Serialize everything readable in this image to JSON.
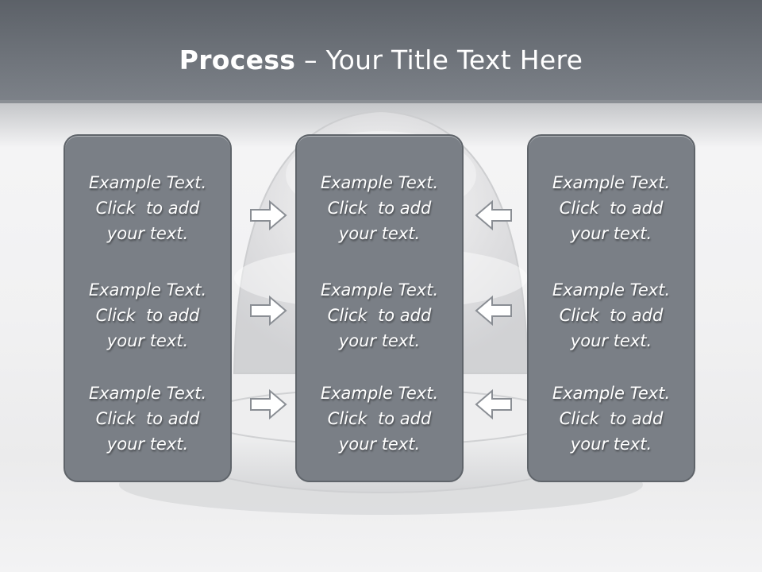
{
  "title": {
    "bold": "Process",
    "rest": " – Your Title Text Here"
  },
  "columns": [
    {
      "items": [
        {
          "line1": "Example Text.",
          "line2": "Click  to add",
          "line3": "your text."
        },
        {
          "line1": "Example Text.",
          "line2": "Click  to add",
          "line3": "your text."
        },
        {
          "line1": "Example Text.",
          "line2": "Click  to add",
          "line3": "your text."
        }
      ]
    },
    {
      "items": [
        {
          "line1": "Example Text.",
          "line2": "Click  to add",
          "line3": "your text."
        },
        {
          "line1": "Example Text.",
          "line2": "Click  to add",
          "line3": "your text."
        },
        {
          "line1": "Example Text.",
          "line2": "Click  to add",
          "line3": "your text."
        }
      ]
    },
    {
      "items": [
        {
          "line1": "Example Text.",
          "line2": "Click  to add",
          "line3": "your text."
        },
        {
          "line1": "Example Text.",
          "line2": "Click  to add",
          "line3": "your text."
        },
        {
          "line1": "Example Text.",
          "line2": "Click  to add",
          "line3": "your text."
        }
      ]
    }
  ],
  "arrows": {
    "left_group": "right-arrow-icon",
    "right_group": "left-arrow-icon"
  },
  "colors": {
    "title_bar": "#6b7077",
    "box_fill": "#7a7f86",
    "box_border": "#5f646a",
    "text": "#ffffff"
  }
}
